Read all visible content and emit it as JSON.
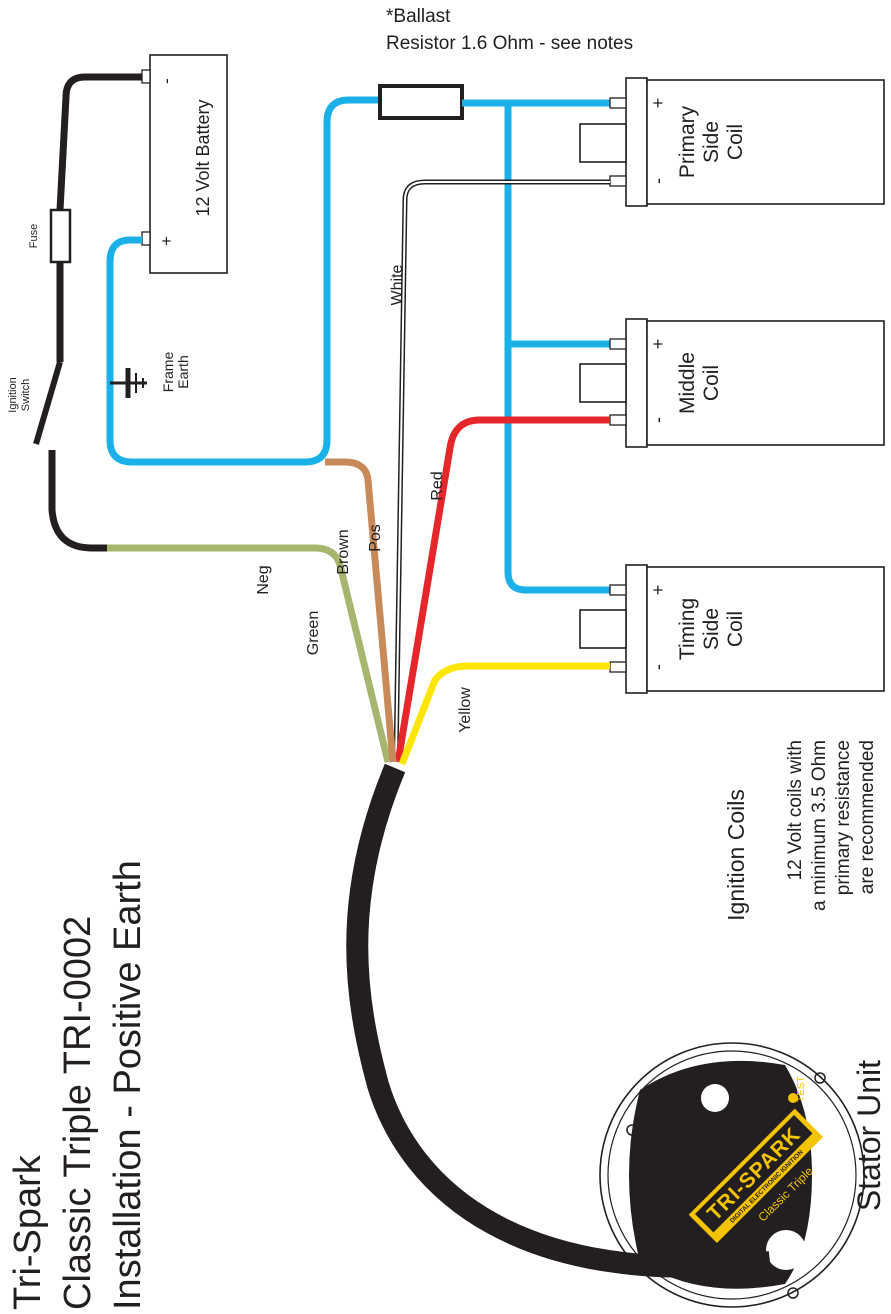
{
  "title": {
    "line1": "Tri-Spark",
    "line2": "Classic Triple TRI-0002",
    "line3": "Installation - Positive Earth"
  },
  "ballast": {
    "line1": "*Ballast",
    "line2": "Resistor 1.6 Ohm - see notes"
  },
  "battery": {
    "label": "12 Volt Battery",
    "neg": "-",
    "pos": "+"
  },
  "fuse": "Fuse",
  "ignition_switch": {
    "line1": "Ignition",
    "line2": "Switch"
  },
  "frame_earth": {
    "line1": "Frame",
    "line2": "Earth"
  },
  "coils": [
    {
      "line1": "Primary",
      "line2": "Side",
      "line3": "Coil",
      "plus": "+",
      "minus": "-"
    },
    {
      "line1": "Middle",
      "line2": "Coil",
      "plus": "+",
      "minus": "-"
    },
    {
      "line1": "Timing",
      "line2": "Side",
      "line3": "Coil",
      "plus": "+",
      "minus": "-"
    }
  ],
  "wires": {
    "white": "White",
    "red": "Red",
    "brown": "Brown",
    "pos": "Pos",
    "neg": "Neg",
    "green": "Green",
    "yellow": "Yellow"
  },
  "ignition_coils_heading": "Ignition Coils",
  "coil_note": {
    "line1": "12 Volt coils with",
    "line2": "a minimum 3.5 Ohm",
    "line3": "primary resistance",
    "line4": "are recommended"
  },
  "stator": {
    "heading": "Stator Unit",
    "brand": "TRI-SPARK",
    "subtitle": "DIGITAL ELECTRONIC IGNITION",
    "model": "Classic Triple",
    "test": "TEST"
  },
  "colors": {
    "blue": "#1cb0e8",
    "black": "#231f20",
    "green": "#a6b66e",
    "brown": "#c98a5a",
    "red": "#e5262b",
    "yellow": "#ffe600",
    "gold": "#f5c400"
  }
}
